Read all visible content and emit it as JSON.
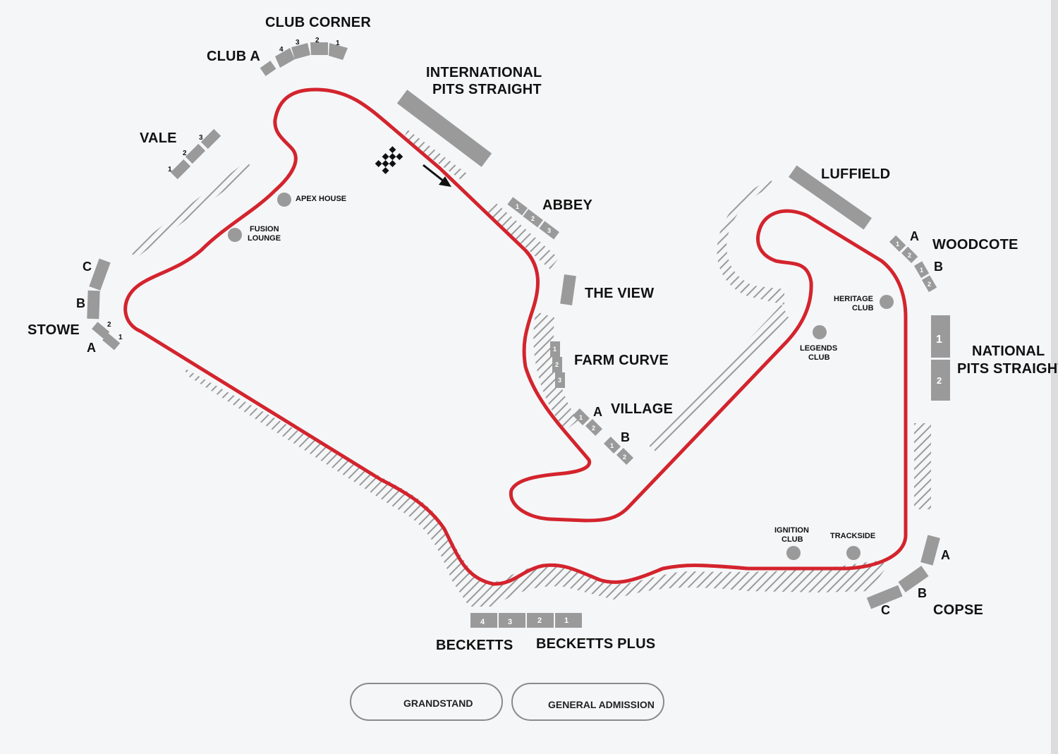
{
  "map": {
    "colors": {
      "track": "#d3242d",
      "stand": "#9a9a9a",
      "background": "#f5f6f8",
      "hatch": "#9a9a9a"
    },
    "labels": {
      "club_corner": "CLUB CORNER",
      "club_a": "CLUB A",
      "international_pits_1": "INTERNATIONAL",
      "international_pits_2": "PITS STRAIGHT",
      "vale": "VALE",
      "luffield": "LUFFIELD",
      "abbey": "ABBEY",
      "woodcote": "WOODCOTE",
      "the_view": "THE VIEW",
      "farm_curve": "FARM CURVE",
      "village": "VILLAGE",
      "national_pits_1": "NATIONAL",
      "national_pits_2": "PITS STRAIGHT",
      "stowe": "STOWE",
      "becketts": "BECKETTS",
      "becketts_plus": "BECKETTS  PLUS",
      "copse": "COPSE"
    },
    "letters": {
      "stowe_c": "C",
      "stowe_b": "B",
      "stowe_a": "A",
      "woodcote_a": "A",
      "woodcote_b": "B",
      "village_a": "A",
      "village_b": "B",
      "copse_a": "A",
      "copse_b": "B",
      "copse_c": "C"
    },
    "hospitality": {
      "apex_house": "APEX HOUSE",
      "fusion_1": "FUSION",
      "fusion_2": "LOUNGE",
      "heritage_1": "HERITAGE",
      "heritage_2": "CLUB",
      "legends_1": "LEGENDS",
      "legends_2": "CLUB",
      "ignition_1": "IGNITION",
      "ignition_2": "CLUB",
      "trackside": "TRACKSIDE"
    },
    "stand_numbers": {
      "club_corner": [
        "4",
        "3",
        "2",
        "1"
      ],
      "vale": [
        "1",
        "2",
        "3"
      ],
      "abbey": [
        "1",
        "2",
        "3"
      ],
      "woodcote_a": [
        "1",
        "2"
      ],
      "woodcote_b": [
        "1",
        "2"
      ],
      "national": [
        "1",
        "2"
      ],
      "farm": [
        "1",
        "2",
        "3"
      ],
      "village_a": [
        "1",
        "2"
      ],
      "village_b": [
        "1",
        "2"
      ],
      "stowe_a": [
        "2",
        "1"
      ],
      "becketts": [
        "4",
        "3",
        "2",
        "1"
      ]
    }
  },
  "legend": {
    "grandstand": "GRANDSTAND",
    "general_admission": "GENERAL ADMISSION"
  }
}
